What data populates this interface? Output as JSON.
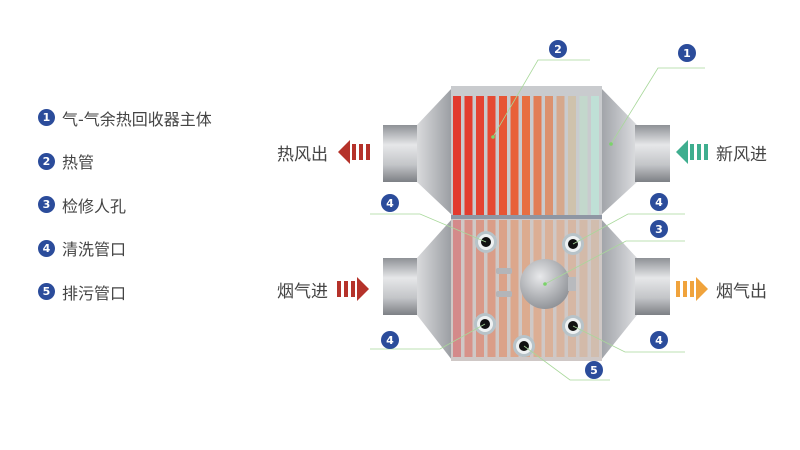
{
  "legend": [
    {
      "num": "1",
      "label": "气-气余热回收器主体"
    },
    {
      "num": "2",
      "label": "热管"
    },
    {
      "num": "3",
      "label": "检修人孔"
    },
    {
      "num": "4",
      "label": "清洗管口"
    },
    {
      "num": "5",
      "label": "排污管口"
    }
  ],
  "flows": {
    "hot_air_out": "热风出",
    "fresh_air_in": "新风进",
    "flue_gas_in": "烟气进",
    "flue_gas_out": "烟气出"
  },
  "callouts": {
    "c1": "1",
    "c2": "2",
    "c3": "3",
    "c4a": "4",
    "c4b": "4",
    "c4c": "4",
    "c4d": "4",
    "c5": "5"
  },
  "colors": {
    "badge": "#2b4c9b",
    "arrow_red": "#b5322a",
    "arrow_teal": "#3fae8f",
    "arrow_orange": "#f0a33c",
    "leader": "#a8d89a"
  }
}
